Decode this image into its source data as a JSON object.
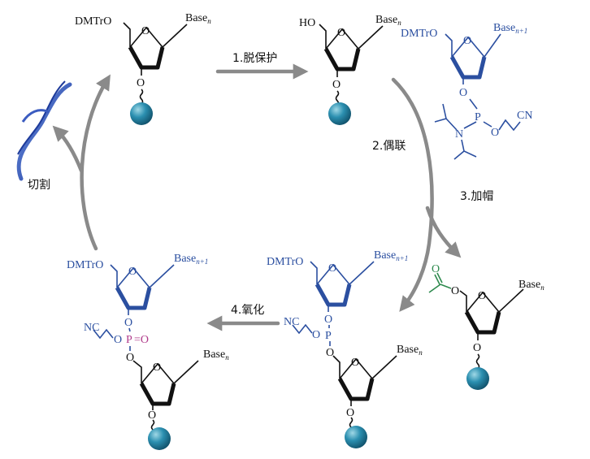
{
  "steps": {
    "deprotect": "1.脱保护",
    "couple": "2.偶联",
    "cap": "3.加帽",
    "oxidize": "4.氧化",
    "cleave": "切割"
  },
  "labels": {
    "dmtro": "DMTrO",
    "ho": "HO",
    "base": "Base",
    "sub_n": "n",
    "sub_n1": "n+1",
    "o": "O",
    "p": "P",
    "n": "N",
    "cn": "CN",
    "nc": "NC",
    "double_bond_o": "=O"
  },
  "colors": {
    "black": "#111111",
    "blue": "#2b4fa0",
    "green": "#2e8a4e",
    "pink": "#b03a8a",
    "arrow": "#8a8a8a",
    "bead": "#2b7fa0"
  }
}
